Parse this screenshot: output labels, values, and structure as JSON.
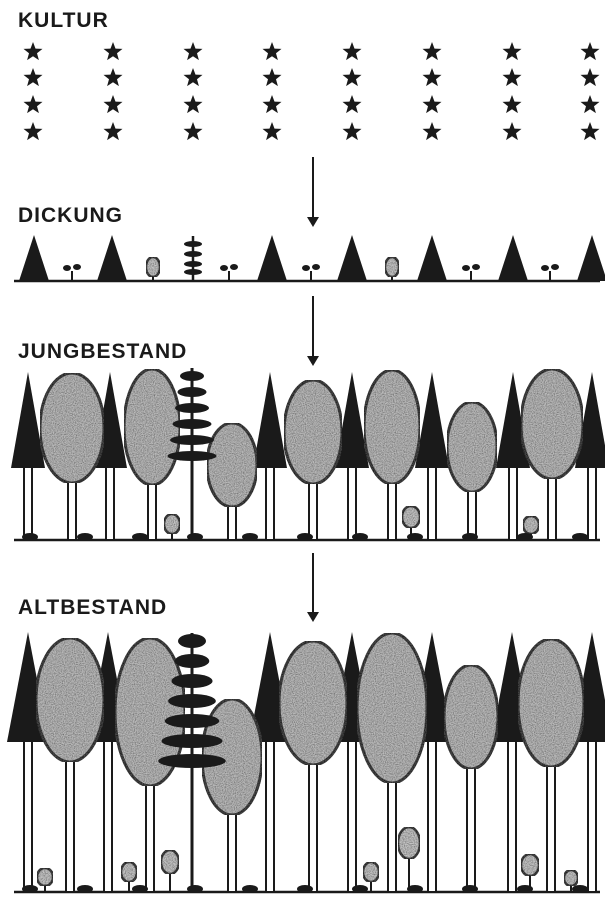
{
  "stages": [
    {
      "id": "kultur",
      "label": "KULTUR"
    },
    {
      "id": "dickung",
      "label": "DICKUNG"
    },
    {
      "id": "jungbestand",
      "label": "JUNGBESTAND"
    },
    {
      "id": "altbestand",
      "label": "ALTBESTAND"
    }
  ],
  "colors": {
    "ink": "#1a1a1a",
    "paper": "#ffffff"
  }
}
